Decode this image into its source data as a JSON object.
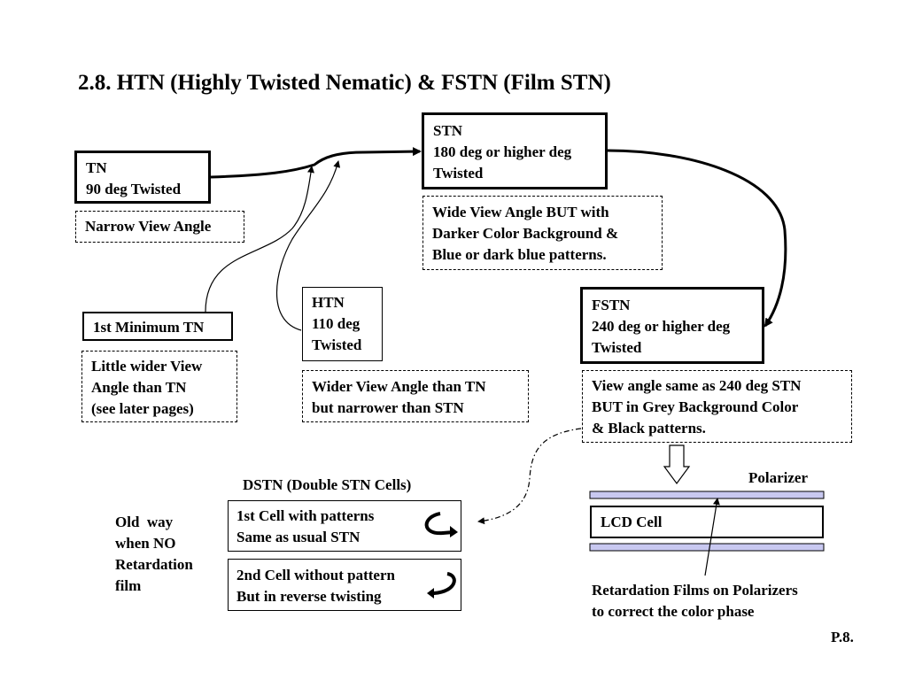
{
  "title": "2.8. HTN (Highly Twisted Nematic) & FSTN (Film STN)",
  "tn": {
    "lines": [
      "TN",
      "90 deg Twisted"
    ],
    "note": "Narrow View Angle"
  },
  "stn": {
    "lines": [
      "STN",
      "180 deg or higher deg",
      "Twisted"
    ],
    "note": [
      "Wide View Angle BUT with",
      "Darker Color Background &",
      "Blue or dark blue patterns."
    ]
  },
  "min_tn": {
    "label": "1st Minimum TN",
    "note": [
      "Little wider View",
      "Angle than TN",
      "(see later pages)"
    ]
  },
  "htn": {
    "lines": [
      "HTN",
      "110 deg",
      "Twisted"
    ],
    "note": [
      "Wider View Angle than TN",
      "but narrower than STN"
    ]
  },
  "fstn": {
    "lines": [
      "FSTN",
      "240 deg or higher deg",
      "Twisted"
    ],
    "note": [
      "View angle same as 240 deg STN",
      "BUT in Grey Background Color",
      "& Black patterns."
    ]
  },
  "dstn": {
    "title": "DSTN (Double STN Cells)",
    "cell1": [
      "1st Cell with patterns",
      "Same as usual STN"
    ],
    "cell2": [
      "2nd Cell without pattern",
      "But in reverse twisting"
    ],
    "old_way": [
      "Old  way",
      "when NO",
      "Retardation",
      "film"
    ]
  },
  "lcd": {
    "polarizer": "Polarizer",
    "cell": "LCD Cell",
    "caption": [
      "Retardation Films on Polarizers",
      "to correct the color phase"
    ],
    "polarizer_color": "#c8c8f0"
  },
  "page_number": "P.8."
}
